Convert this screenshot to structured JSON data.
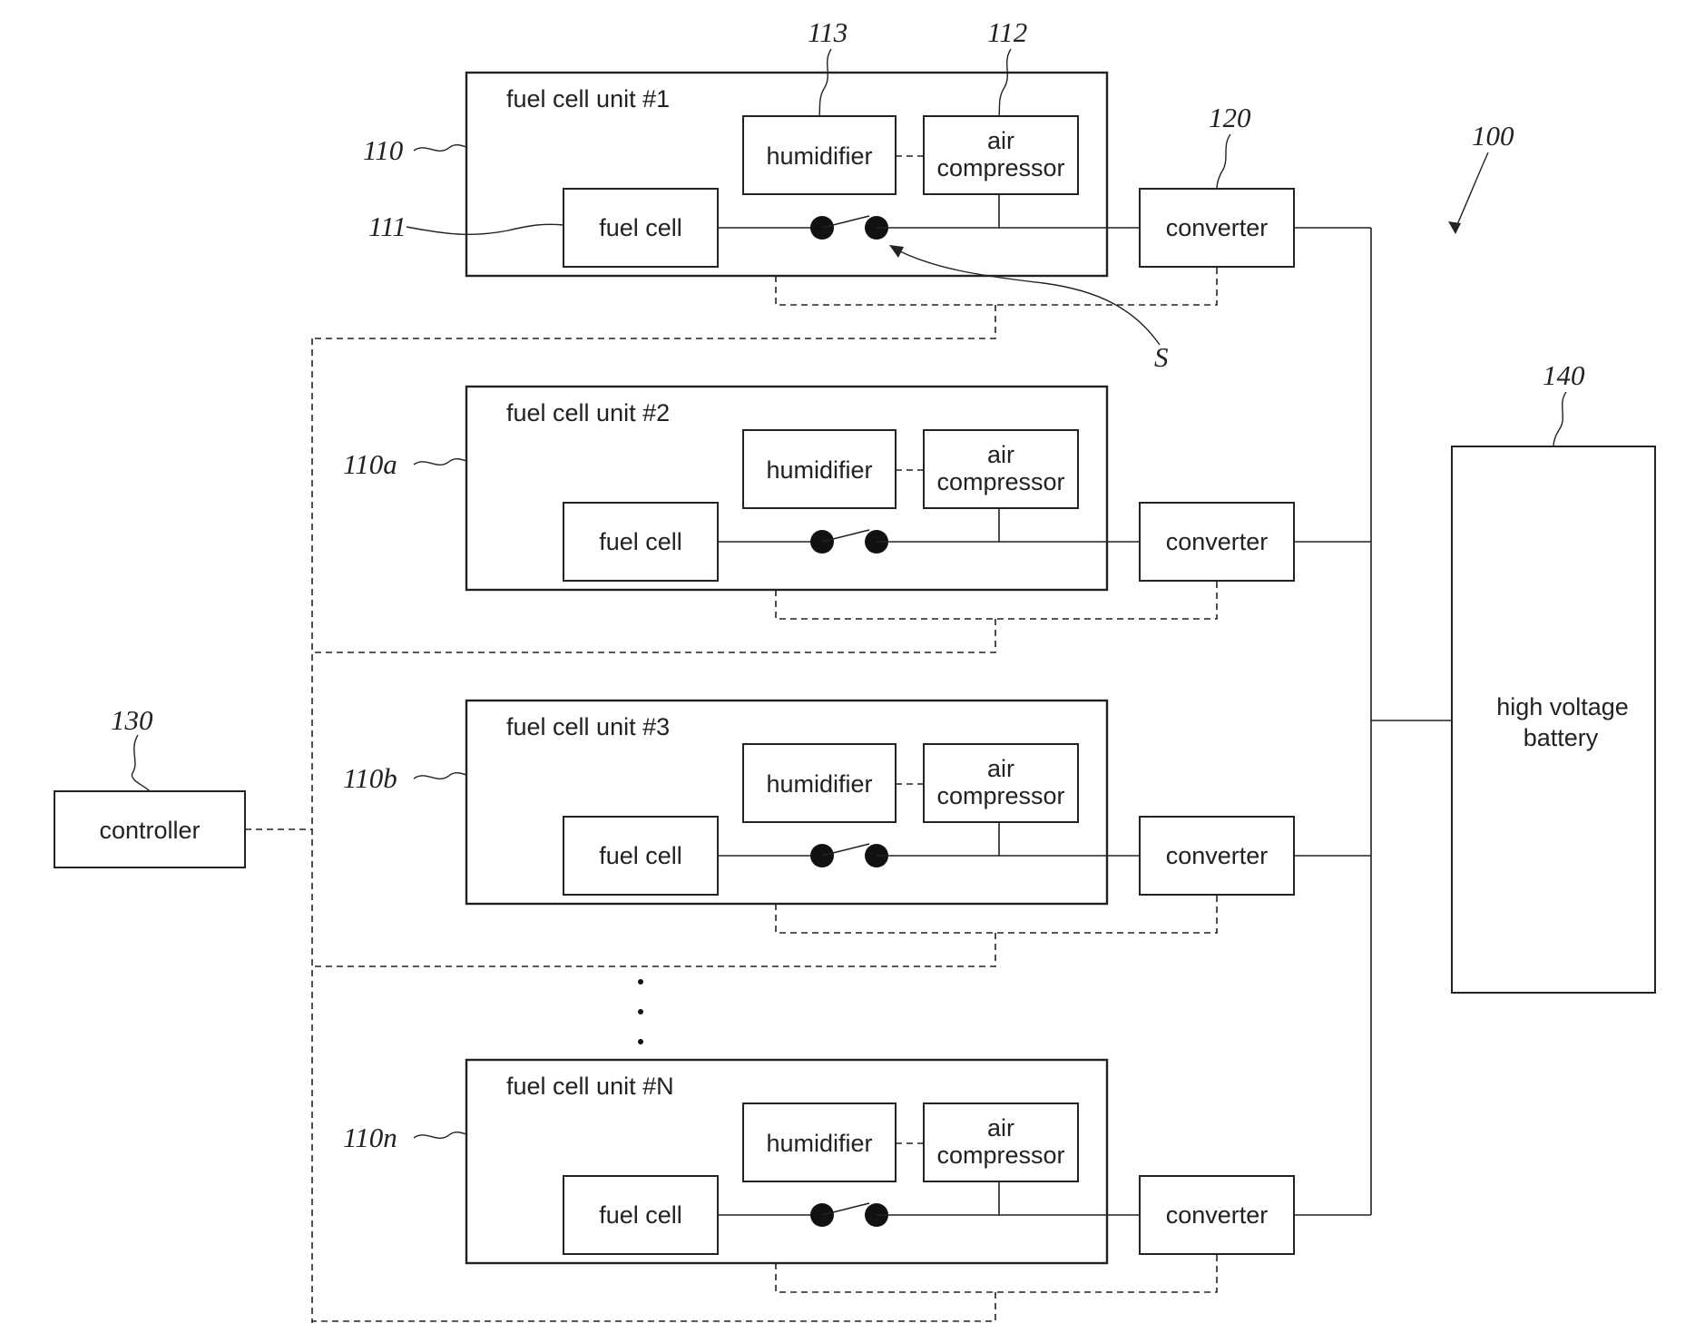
{
  "figure_ref": "100",
  "units": [
    {
      "title": "fuel cell unit #1",
      "ref": "110",
      "fuel_cell_ref": "111",
      "humidifier_ref": "113",
      "compressor_ref": "112",
      "converter_ref": "120",
      "switch_ref": "S"
    },
    {
      "title": "fuel cell unit #2",
      "ref": "110a"
    },
    {
      "title": "fuel cell unit #3",
      "ref": "110b"
    },
    {
      "title": "fuel cell unit #N",
      "ref": "110n"
    }
  ],
  "labels": {
    "humidifier": "humidifier",
    "air_compressor_line1": "air",
    "air_compressor_line2": "compressor",
    "fuel_cell": "fuel cell",
    "converter": "converter"
  },
  "controller": {
    "label": "controller",
    "ref": "130"
  },
  "battery": {
    "label_line1": "high voltage",
    "label_line2": "battery",
    "ref": "140"
  },
  "ellipsis": "⋮"
}
